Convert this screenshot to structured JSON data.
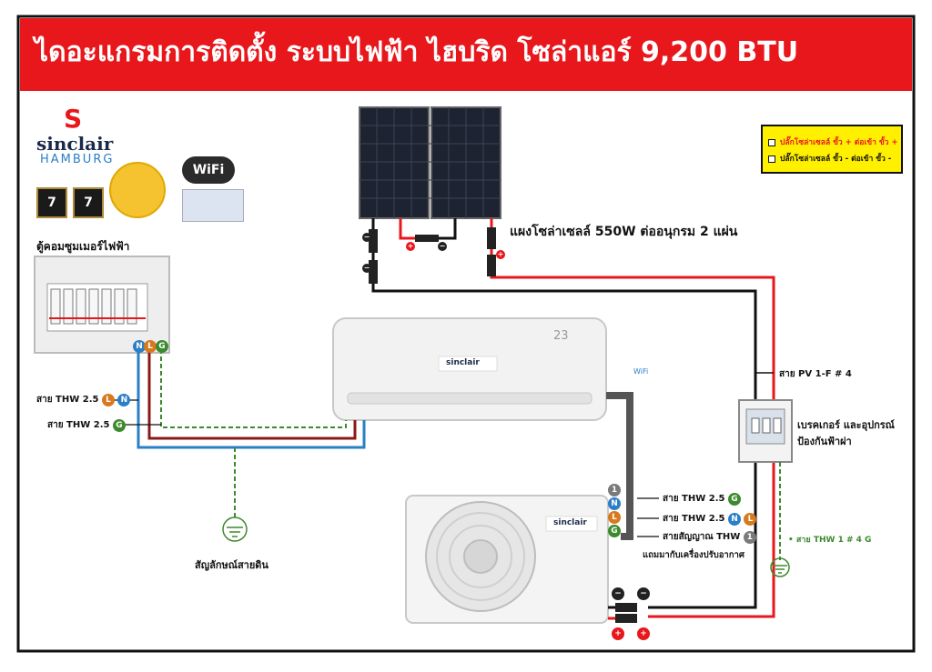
{
  "title": "ไดอะแกรมการติดตั้ง ระบบไฟฟ้า ไฮบริด โซล่าแอร์ 9,200 BTU",
  "brand": {
    "name_top": "sinclair",
    "name_bottom": "HAMBURG",
    "warranty_1": "7",
    "warranty_2": "7",
    "wifi_logo": "WiFi",
    "wifi_small": "WiFi"
  },
  "legend": {
    "row1": "ปลั๊กโซล่าเซลล์ ขั้ว + ต่อเข้า ขั้ว +",
    "row2": "ปลั๊กโซล่าเซลล์ ขั้ว - ต่อเข้า ขั้ว -",
    "row1_color": "#e8171c",
    "row2_color": "#111111"
  },
  "labels": {
    "consumer_unit": "ตู้คอมซูมเมอร์ไฟฟ้า",
    "solar_panel": "แผงโซล่าเซลล์ 550W ต่ออนุกรม 2 แผ่น",
    "thw_ln": "สาย THW 2.5",
    "thw_g": "สาย THW 2.5",
    "ground_symbol": "สัญลักษณ์สายดิน",
    "pv_cable": "สาย PV 1-F # 4",
    "breaker_line1": "เบรคเกอร์ และอุปกรณ์",
    "breaker_line2": "ป้องกันฟ้าผ่า",
    "thw_outdoor_g": "สาย THW 2.5",
    "thw_outdoor_nl": "สาย THW 2.5",
    "signal_line1": "สายสัญญาณ THW",
    "signal_line2": "แถมมากับเครื่องปรับอากาศ",
    "thw_ground": "• สาย THW 1 # 4 G",
    "indoor_display": "23"
  },
  "terminals": {
    "n": "N",
    "l": "L",
    "g": "G",
    "s": "1",
    "minus": "−",
    "plus": "+"
  },
  "colors": {
    "title_bg": "#e8171c",
    "positive_wire": "#e8171c",
    "negative_wire": "#111111",
    "neutral_wire": "#2a7fc6",
    "live_wire": "#8b1a1a",
    "ground_wire": "#3c8a2e",
    "legend_bg": "#fff000"
  }
}
